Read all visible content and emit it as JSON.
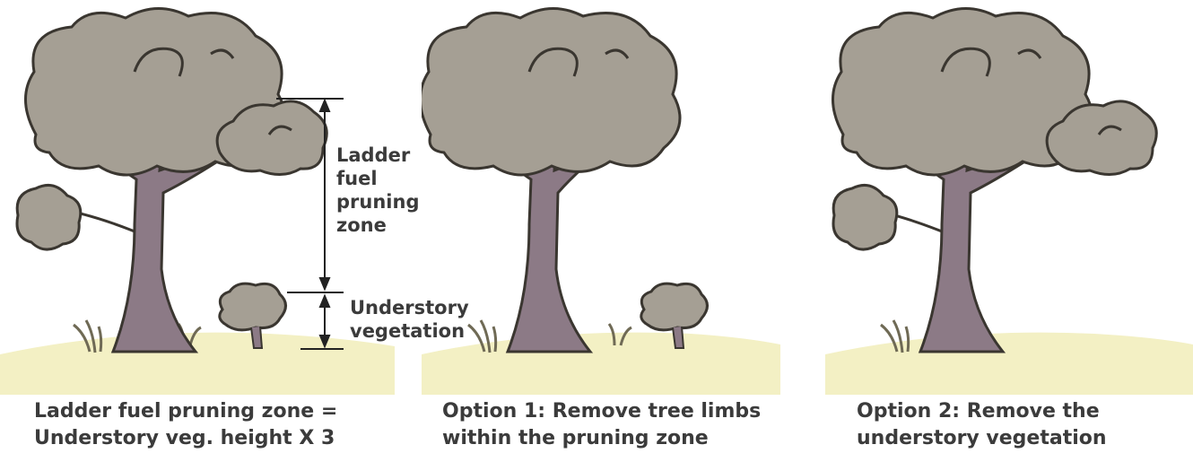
{
  "panels": [
    {
      "caption_line1": "Ladder fuel pruning zone =",
      "caption_line2": "Understory veg. height X 3",
      "ladder_label": [
        "Ladder",
        "fuel",
        "pruning",
        "zone"
      ],
      "understory_label": [
        "Understory",
        "vegetation"
      ]
    },
    {
      "caption_line1": "Option 1: Remove tree limbs",
      "caption_line2": "within the pruning zone"
    },
    {
      "caption_line1": "Option 2: Remove the",
      "caption_line2": "understory vegetation"
    }
  ],
  "colors": {
    "foliage": "#a59f94",
    "foliage_outline": "#3a3630",
    "trunk": "#8c7a86",
    "ground": "#f3f0c4",
    "grass": "#6f6a55",
    "text": "#3b3b3b"
  }
}
